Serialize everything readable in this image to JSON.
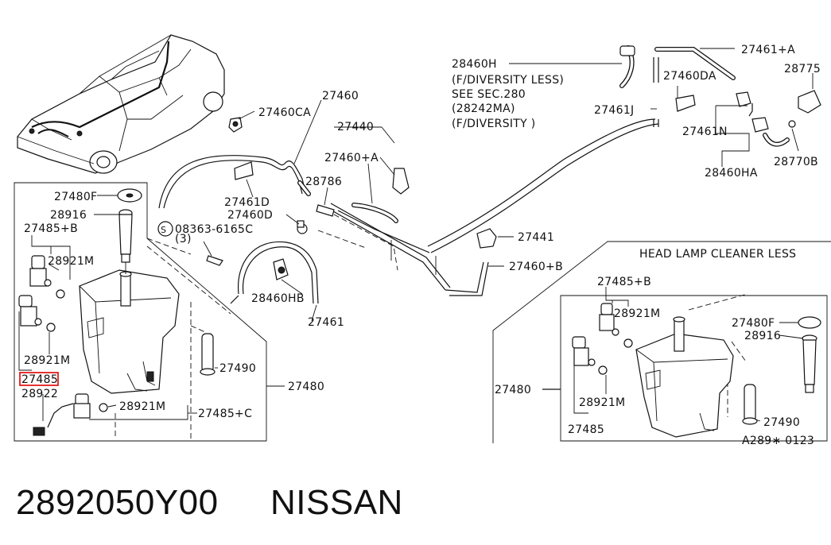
{
  "highlight_color": "#e00000",
  "footer": {
    "part_number": "2892050Y00",
    "brand": "NISSAN"
  },
  "panel_title": "HEAD LAMP CLEANER LESS",
  "diagram_code": "A289∗ 0123",
  "notes": {
    "line1": "(F/DIVERSITY LESS)",
    "line2": "SEE SEC.280",
    "line3": "(28242MA)",
    "line4": "(F/DIVERSITY )"
  },
  "labels": {
    "p28460H": "28460H",
    "p27461A": "27461+A",
    "p28775": "28775",
    "p27460DA": "27460DA",
    "p27461J": "27461J",
    "p27461N": "27461N",
    "p28770B": "28770B",
    "p28460HA": "28460HA",
    "p27460": "27460",
    "p27460CA": "27460CA",
    "p27440": "27440",
    "p27460A": "27460+A",
    "p28786": "28786",
    "p27461D": "27461D",
    "p27460D": "27460D",
    "p08363": "08363-6165C",
    "p08363qty": "(3)",
    "p27441": "27441",
    "p27460B": "27460+B",
    "p28460HB": "28460HB",
    "p27461": "27461",
    "l27480F": "27480F",
    "l28916": "28916",
    "l27485B": "27485+B",
    "l28921Ma": "28921M",
    "l28921Mb": "28921M",
    "l27485": "27485",
    "l28922": "28922",
    "l28921Mc": "28921M",
    "l27485C": "27485+C",
    "l27490": "27490",
    "l27480": "27480",
    "r27485B": "27485+B",
    "r28921Ma": "28921M",
    "r27480F": "27480F",
    "r28916": "28916",
    "r27480": "27480",
    "r28921Mb": "28921M",
    "r27485": "27485",
    "r27490": "27490"
  }
}
